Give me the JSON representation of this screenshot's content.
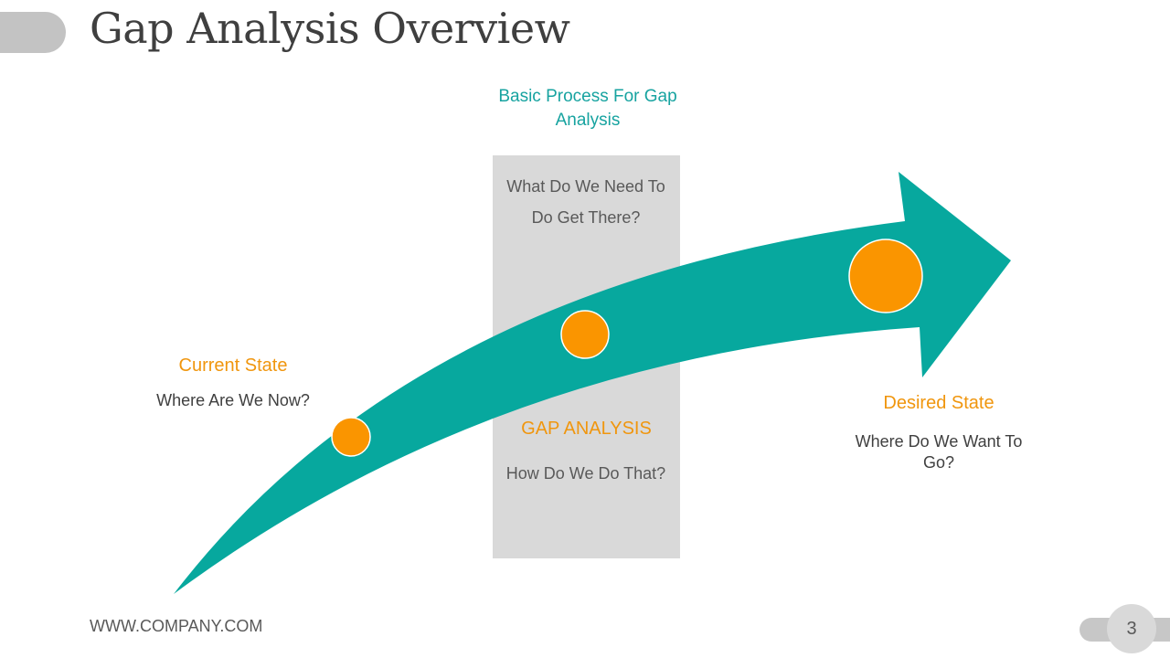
{
  "slide": {
    "title": "Gap Analysis Overview",
    "process_label": "Basic Process For Gap Analysis",
    "gap_box": {
      "top_question": "What  Do We Need To Do Get There?",
      "heading": "GAP ANALYSIS",
      "bottom_question": "How Do We Do That?"
    },
    "current_state": {
      "title": "Current  State",
      "question": "Where Are We Now?"
    },
    "desired_state": {
      "title": "Desired State",
      "question": "Where Do We Want To Go?"
    },
    "footer_url": "WWW.COMPANY.COM",
    "page_number": "3"
  },
  "colors": {
    "arrow": "#07a89e",
    "marker": "#fa9500",
    "accent_text": "#f0960e",
    "teal_text": "#17a3a0",
    "box": "#d9d9d9"
  }
}
